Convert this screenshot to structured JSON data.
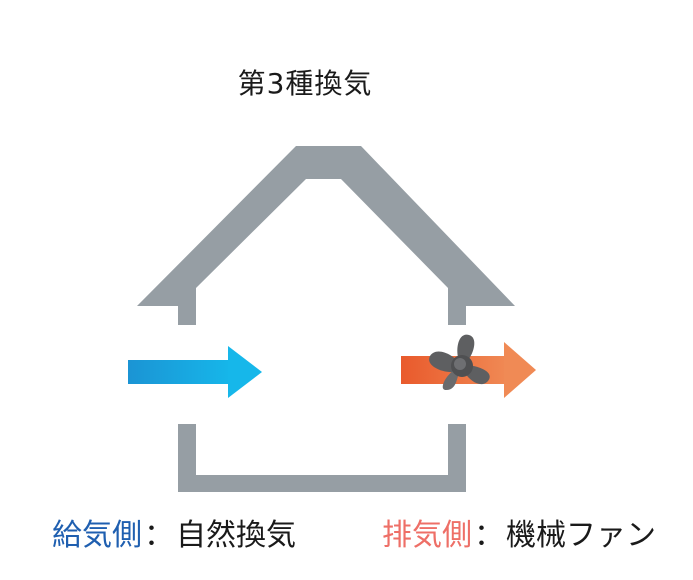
{
  "title": "第3種換気",
  "captions": {
    "supply": {
      "key": "給気側",
      "separator": "：",
      "value": "自然換気"
    },
    "exhaust": {
      "key": "排気側",
      "separator": "：",
      "value": "機械ファン"
    }
  },
  "colors": {
    "house": "#969ea4",
    "supply_arrow": "#1aabdb",
    "exhaust_arrow": "#ec6a3b",
    "fan": "#5e5f61",
    "supply_label": "#1f5fb0",
    "exhaust_label": "#ee6f67"
  },
  "icons": {
    "fan": "fan-icon",
    "supply_arrow": "right-arrow-icon",
    "exhaust_arrow": "right-arrow-icon"
  }
}
